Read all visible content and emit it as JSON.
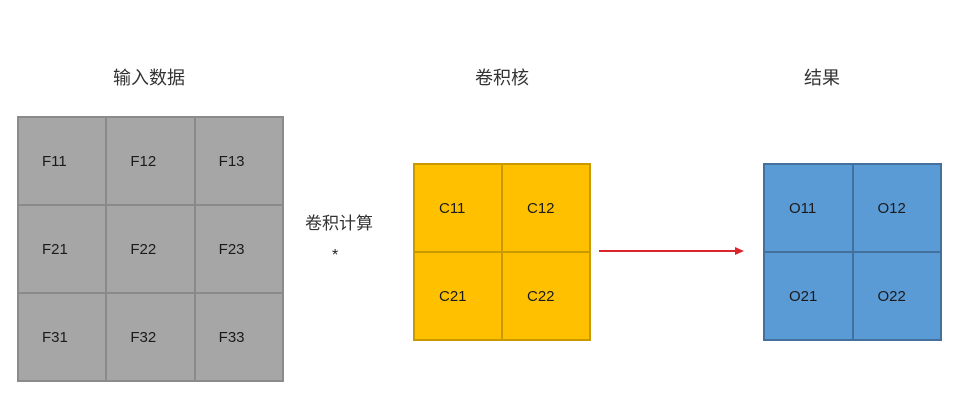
{
  "titles": {
    "input": "输入数据",
    "kernel": "卷积核",
    "result": "结果"
  },
  "operation": {
    "label": "卷积计算",
    "symbol": "*"
  },
  "input_grid": [
    [
      "F11",
      "F12",
      "F13"
    ],
    [
      "F21",
      "F22",
      "F23"
    ],
    [
      "F31",
      "F32",
      "F33"
    ]
  ],
  "kernel_grid": [
    [
      "C11",
      "C12"
    ],
    [
      "C21",
      "C22"
    ]
  ],
  "output_grid": [
    [
      "O11",
      "O12"
    ],
    [
      "O21",
      "O22"
    ]
  ],
  "colors": {
    "input_fill": "#a6a6a6",
    "kernel_fill": "#ffc000",
    "output_fill": "#5b9bd5",
    "arrow": "#d9262b"
  }
}
